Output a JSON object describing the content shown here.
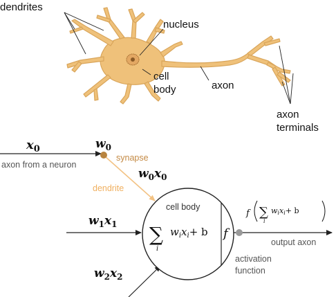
{
  "neuron": {
    "labels": {
      "dendrites": "dendrites",
      "nucleus": "nucleus",
      "cell_body_line1": "cell",
      "cell_body_line2": "body",
      "axon": "axon",
      "axon_terminals_line1": "axon",
      "axon_terminals_line2": "terminals"
    },
    "colors": {
      "fill": "#EFC17A",
      "stroke": "#D9A55A",
      "nucleus": "#C98A3A",
      "text": "#111111"
    }
  },
  "model": {
    "inputs": {
      "x0": "x",
      "x0_sub": "0",
      "axon_from_neuron": "axon from a neuron",
      "w1x1": "w",
      "w1x1_sub1": "1",
      "w1x1_x": "x",
      "w1x1_sub2": "1",
      "w2x2": "w",
      "w2x2_sub1": "2",
      "w2x2_x": "x",
      "w2x2_sub2": "2"
    },
    "synapse": {
      "w0": "w",
      "w0_sub": "0",
      "label": "synapse",
      "w0x0": "w",
      "w0x0_sub1": "0",
      "w0x0_x": "x",
      "w0x0_sub2": "0",
      "dendrite_label": "dendrite"
    },
    "cell": {
      "title": "cell body",
      "sum_symbol": "∑",
      "sum_index": "i",
      "sum_w": "w",
      "sum_w_sub": "i",
      "sum_x": "x",
      "sum_x_sub": "i",
      "sum_plus_b": "+ b",
      "f": "f"
    },
    "output": {
      "f": "f",
      "sum_symbol": "∑",
      "sum_index": "i",
      "body": "w",
      "body_sub": "i",
      "body_x": "x",
      "body_x_sub": "i",
      "plus_b": "+ b",
      "label": "output axon"
    },
    "activation": {
      "line1": "activation",
      "line2": "function"
    },
    "colors": {
      "synapse_dot": "#B8843F",
      "synapse_text": "#C48A45",
      "dendrite_text": "#F0B060",
      "dendrite_line": "#F3C283",
      "line": "#222222",
      "gray_text": "#555555",
      "output_dot": "#999999"
    }
  }
}
